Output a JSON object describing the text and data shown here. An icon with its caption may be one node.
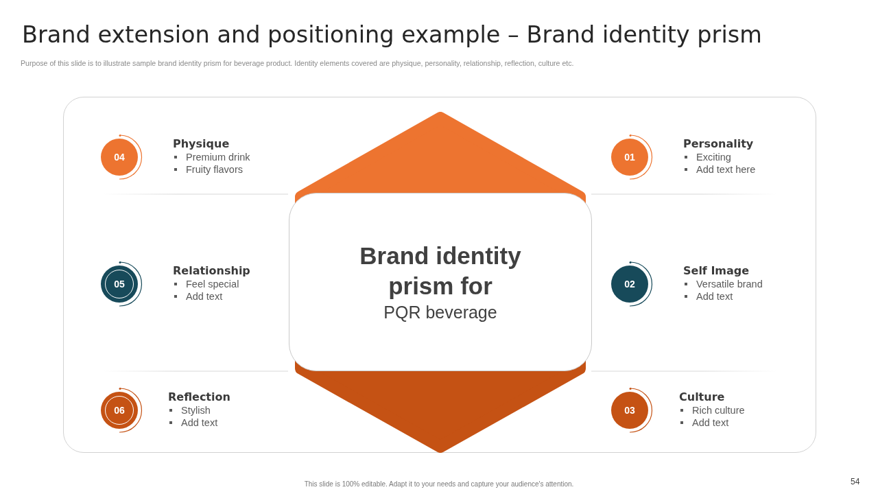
{
  "diagram": {
    "title": "Brand extension and positioning example – Brand identity prism",
    "nodes": [
      {
        "text": [
          "Brand identity prism for",
          "PQR beverage"
        ]
      },
      {
        "text": [
          "04"
        ],
        "beside": [
          "Physique",
          "Premium drink",
          "Fruity flavors"
        ]
      },
      {
        "text": [
          "01"
        ],
        "beside": [
          "Personality",
          "Exciting",
          "Add text here"
        ]
      },
      {
        "text": [
          "05"
        ],
        "beside": [
          "Relationship",
          "Feel special",
          "Add text"
        ]
      },
      {
        "text": [
          "02"
        ],
        "beside": [
          "Self Image",
          "Versatile brand",
          "Add text"
        ]
      },
      {
        "text": [
          "06"
        ],
        "beside": [
          "Reflection",
          "Stylish",
          "Add text"
        ]
      },
      {
        "text": [
          "03"
        ],
        "beside": [
          "Culture",
          "Rich culture",
          "Add text"
        ]
      }
    ],
    "labels": [
      "Purpose of this slide is to illustrate sample brand identity prism for beverage product. Identity elements covered are physique, personality, relationship, reflection, culture etc.",
      "This slide is 100% editable. Adapt it to your needs and capture your audience's attention.",
      "54"
    ]
  }
}
